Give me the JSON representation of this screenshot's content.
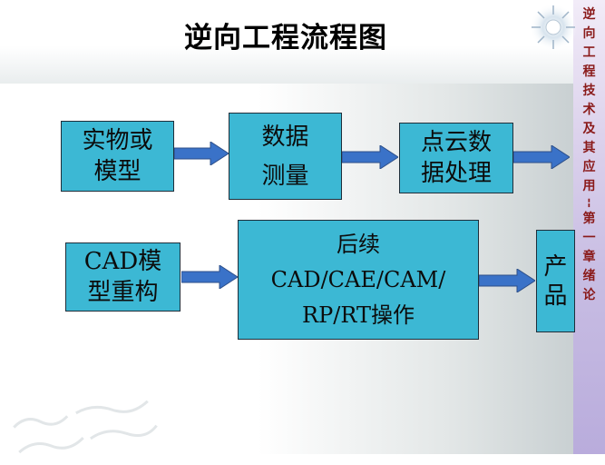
{
  "title": "逆向工程流程图",
  "sidebar": {
    "chars_top": [
      "逆",
      "向",
      "工",
      "程",
      "技",
      "术",
      "及",
      "其",
      "应",
      "用"
    ],
    "separator": "--",
    "chars_bottom": [
      "第",
      "一",
      "章",
      "绪",
      "论"
    ]
  },
  "boxes": {
    "physical_model": [
      "实物或",
      "模型"
    ],
    "data_measurement": [
      "数据",
      "测量"
    ],
    "point_cloud": [
      "点云数",
      "据处理"
    ],
    "cad_reconstruction": [
      "CAD模",
      "型重构"
    ],
    "follow_up": [
      "后续",
      "CAD/CAE/CAM/",
      "RP/RT操作"
    ],
    "product": [
      "产",
      "品"
    ]
  },
  "colors": {
    "box_fill": "#3cb8d4",
    "arrow_fill": "#3a72c8",
    "sidebar_text": "#8a1a1a"
  }
}
